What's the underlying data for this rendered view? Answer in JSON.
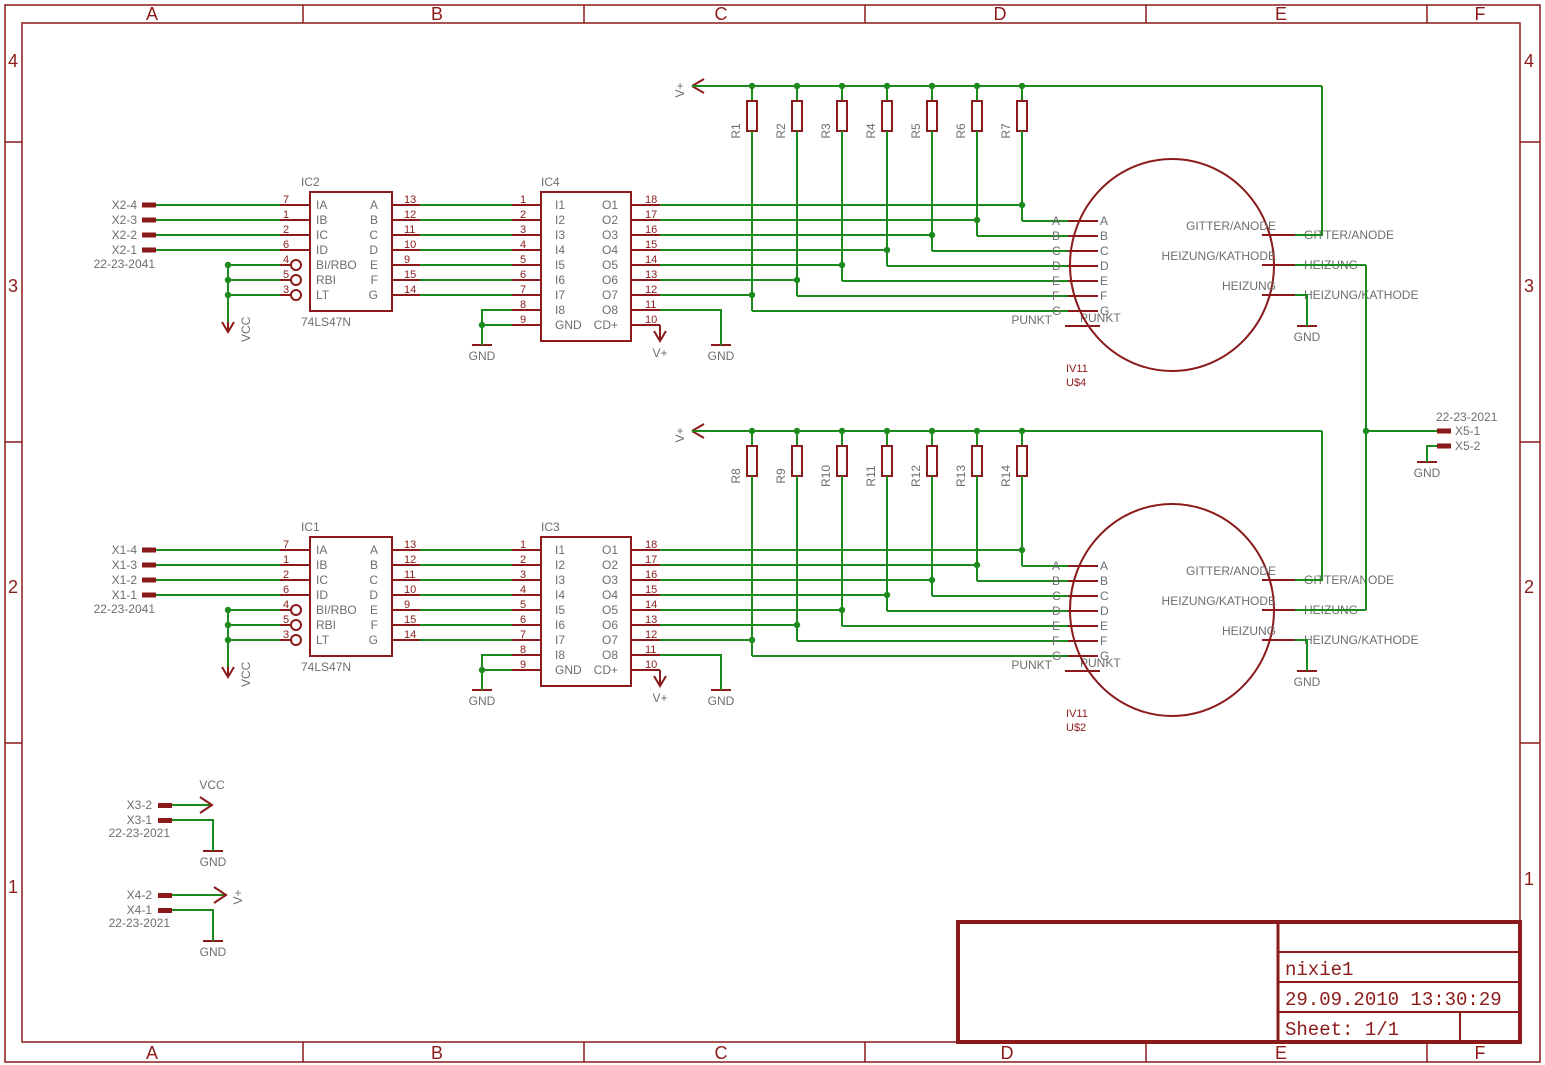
{
  "grid": {
    "cols": [
      "A",
      "B",
      "C",
      "D",
      "E",
      "F"
    ],
    "rows": [
      "4",
      "3",
      "2",
      "1"
    ]
  },
  "title_block": {
    "name": "nixie1",
    "date": "29.09.2010 13:30:29",
    "sheet": "Sheet: 1/1"
  },
  "decoder": {
    "part": "74LS47N",
    "pins_left_num": [
      "7",
      "1",
      "2",
      "6",
      "4",
      "5",
      "3"
    ],
    "pins_left_name": [
      "IA",
      "IB",
      "IC",
      "ID",
      "BI/RBO",
      "RBI",
      "LT"
    ],
    "pins_right_num": [
      "13",
      "12",
      "11",
      "10",
      "9",
      "15",
      "14"
    ],
    "pins_right_name": [
      "A",
      "B",
      "C",
      "D",
      "E",
      "F",
      "G"
    ]
  },
  "driver": {
    "pins_left_num": [
      "1",
      "2",
      "3",
      "4",
      "5",
      "6",
      "7",
      "8",
      "9"
    ],
    "pins_left_name": [
      "I1",
      "I2",
      "I3",
      "I4",
      "I5",
      "I6",
      "I7",
      "I8",
      "GND"
    ],
    "pins_right_num": [
      "18",
      "17",
      "16",
      "15",
      "14",
      "13",
      "12",
      "11",
      "10"
    ],
    "pins_right_name": [
      "O1",
      "O2",
      "O3",
      "O4",
      "O5",
      "O6",
      "O7",
      "O8",
      "CD+"
    ]
  },
  "tube": {
    "seg_in": [
      "A",
      "B",
      "C",
      "D",
      "E",
      "F",
      "G"
    ],
    "seg_out": [
      "A",
      "B",
      "C",
      "D",
      "E",
      "F",
      "G"
    ],
    "punkt": "PUNKT",
    "inner_pins": [
      "GITTER/ANODE",
      "HEIZUNG/KATHODE",
      "HEIZUNG"
    ],
    "outer_pins": [
      "GITTER/ANODE",
      "HEIZUNG",
      "HEIZUNG/KATHODE"
    ],
    "part": "IV11"
  },
  "supply": {
    "gnd": "GND",
    "vplus": "V+",
    "vcc": "VCC"
  },
  "channels": [
    {
      "ic_decoder": "IC2",
      "ic_driver": "IC4",
      "tube_ref": "U$4",
      "inputs": [
        "X2-4",
        "X2-3",
        "X2-2",
        "X2-1"
      ],
      "conn_part": "22-23-2041",
      "resistors": [
        "R1",
        "R2",
        "R3",
        "R4",
        "R5",
        "R6",
        "R7"
      ]
    },
    {
      "ic_decoder": "IC1",
      "ic_driver": "IC3",
      "tube_ref": "U$2",
      "inputs": [
        "X1-4",
        "X1-3",
        "X1-2",
        "X1-1"
      ],
      "conn_part": "22-23-2041",
      "resistors": [
        "R8",
        "R9",
        "R10",
        "R11",
        "R12",
        "R13",
        "R14"
      ]
    }
  ],
  "connectors": {
    "x3": {
      "pins": [
        "X3-2",
        "X3-1"
      ],
      "part": "22-23-2021"
    },
    "x4": {
      "pins": [
        "X4-2",
        "X4-1"
      ],
      "part": "22-23-2021"
    },
    "x5": {
      "pins": [
        "X5-1",
        "X5-2"
      ],
      "part": "22-23-2021"
    }
  },
  "colors": {
    "symbol": "#8b1a1a",
    "wire": "#1c8a1c",
    "label": "#6e6e6e"
  }
}
